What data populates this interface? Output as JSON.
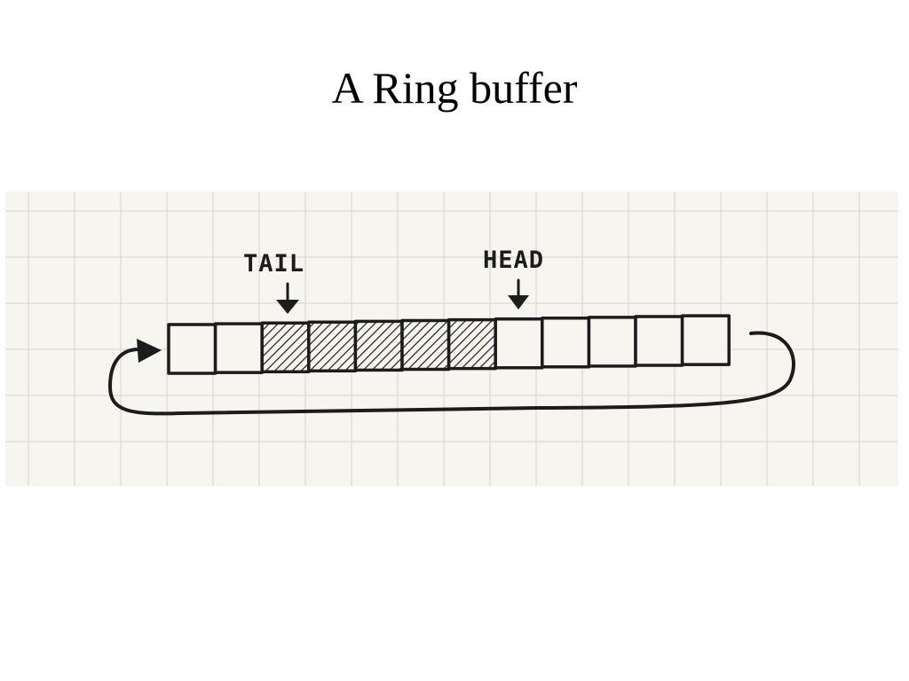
{
  "slide": {
    "title": "A Ring buffer"
  },
  "diagram": {
    "tail_label": "TAIL",
    "head_label": "HEAD",
    "cell_count": 12,
    "filled_cells": [
      2,
      3,
      4,
      5,
      6
    ],
    "tail_cell": 2,
    "head_cell": 7,
    "colors": {
      "paper": "#f7f5f0",
      "grid": "#d9d9d6",
      "ink": "#1c1c1c"
    }
  }
}
